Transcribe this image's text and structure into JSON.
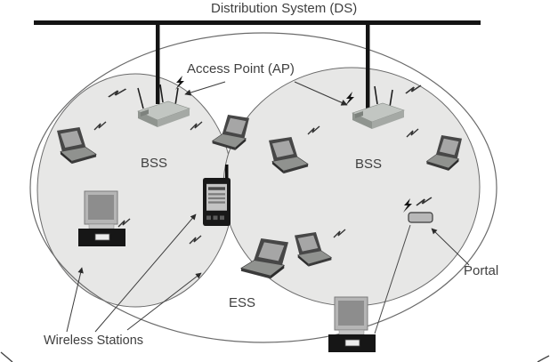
{
  "figure": {
    "title": "Distribution System (DS)",
    "labels": {
      "access_point": "Access Point (AP)",
      "bss_left": "BSS",
      "bss_right": "BSS",
      "ess": "ESS",
      "portal": "Portal",
      "wireless_stations": "Wireless Stations"
    },
    "colors": {
      "bss_fill": "#e7e7e6",
      "outline": "#6b6b6b",
      "bus_black": "#141414",
      "text": "#3f3f3f",
      "device_dark": "#1c1c1c",
      "device_gray": "#b9bcb9"
    },
    "nodes": [
      {
        "icon": "access-point-icon",
        "area": "bss-left"
      },
      {
        "icon": "access-point-icon",
        "area": "bss-right"
      },
      {
        "icon": "laptop-icon",
        "area": "bss-left"
      },
      {
        "icon": "laptop-icon",
        "area": "bss-left"
      },
      {
        "icon": "desktop-icon",
        "area": "bss-left"
      },
      {
        "icon": "pda-icon",
        "area": "bss-left"
      },
      {
        "icon": "laptop-icon",
        "area": "ess-center"
      },
      {
        "icon": "laptop-icon",
        "area": "bss-right"
      },
      {
        "icon": "laptop-icon",
        "area": "bss-right"
      },
      {
        "icon": "laptop-icon",
        "area": "bss-right"
      },
      {
        "icon": "portal-icon",
        "area": "bss-right"
      },
      {
        "icon": "desktop-icon",
        "area": "ess-bottom"
      }
    ]
  }
}
